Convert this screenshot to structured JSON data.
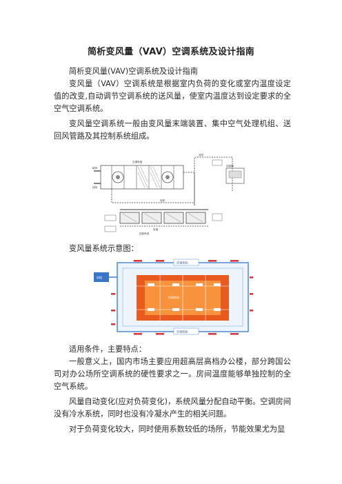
{
  "doc": {
    "title": "简析变风量（VAV）空调系统及设计指南",
    "paragraphs": [
      "简析变风量(VAV)空调系统及设计指南",
      "变风量（VAV）空调系统是根据室内负荷的变化或室内温度设定值的改变,自动调节空调系统的送风量，使室内温度达到设定要求的全空气空调系统。",
      "变风量空调系统一般由变风量末端装置、集中空气处理机组、送回风管路及其控制系统组成。"
    ],
    "figure_caption": "变风量系统示意图：",
    "section_heading": "适用条件，主要特点：",
    "paragraphs_after": [
      "一般意义上，国内市场主要应用超高层高档办公楼，部分跨国公司对办公场所空调系统的硬性要求之一。房间温度能够单独控制的全空气系统。",
      "风量自动变化(应对负荷变化)，系统风量分配自动平衡。空调房间没有冷水系统，同时也没有冷凝水产生的相关问题。",
      "对于负荷变化较大，同时使用系数较低的场所，节能效果尤为显"
    ],
    "fig1": {
      "labels": [
        "新风",
        "排风",
        "空调机组",
        "送风",
        "回风",
        "末端",
        "控制器",
        "控制系统"
      ]
    },
    "fig2": {
      "top_label": "空调风机",
      "bottom_label": "空调风机",
      "left_box_label": "机组",
      "center_label": "空调房间",
      "colors": {
        "frame": "#5b8fd1",
        "room_outer": "#ea5a1e",
        "room_inner": "#f6933c",
        "left_box": "#3a75c8",
        "marker": "#d33a3a"
      }
    }
  }
}
